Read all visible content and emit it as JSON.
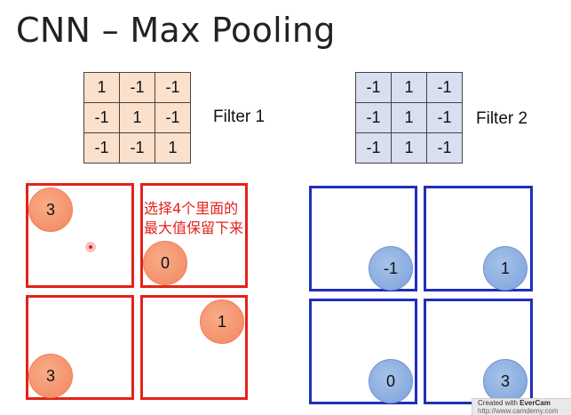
{
  "title": "CNN – Max Pooling",
  "filters": [
    {
      "label": "Filter 1",
      "cells": [
        [
          "1",
          "-1",
          "-1"
        ],
        [
          "-1",
          "1",
          "-1"
        ],
        [
          "-1",
          "-1",
          "1"
        ]
      ]
    },
    {
      "label": "Filter 2",
      "cells": [
        [
          "-1",
          "1",
          "-1"
        ],
        [
          "-1",
          "1",
          "-1"
        ],
        [
          "-1",
          "1",
          "-1"
        ]
      ]
    }
  ],
  "pooling": {
    "red_values": [
      "3",
      "0",
      "3",
      "1"
    ],
    "blue_values": [
      "-1",
      "1",
      "0",
      "3"
    ]
  },
  "annotation": "选择4个里面的\n最大值保留下来",
  "colors": {
    "red": "#e2231a",
    "blue": "#1f2fb8",
    "filter1_bg": "#fbe0cc",
    "filter2_bg": "#d9def0",
    "orange_circle": "#f3906a",
    "blue_circle": "#86a9de"
  },
  "watermark": {
    "prefix": "Created with ",
    "brand": "EverCam",
    "url": "http://www.camdemy.com"
  }
}
